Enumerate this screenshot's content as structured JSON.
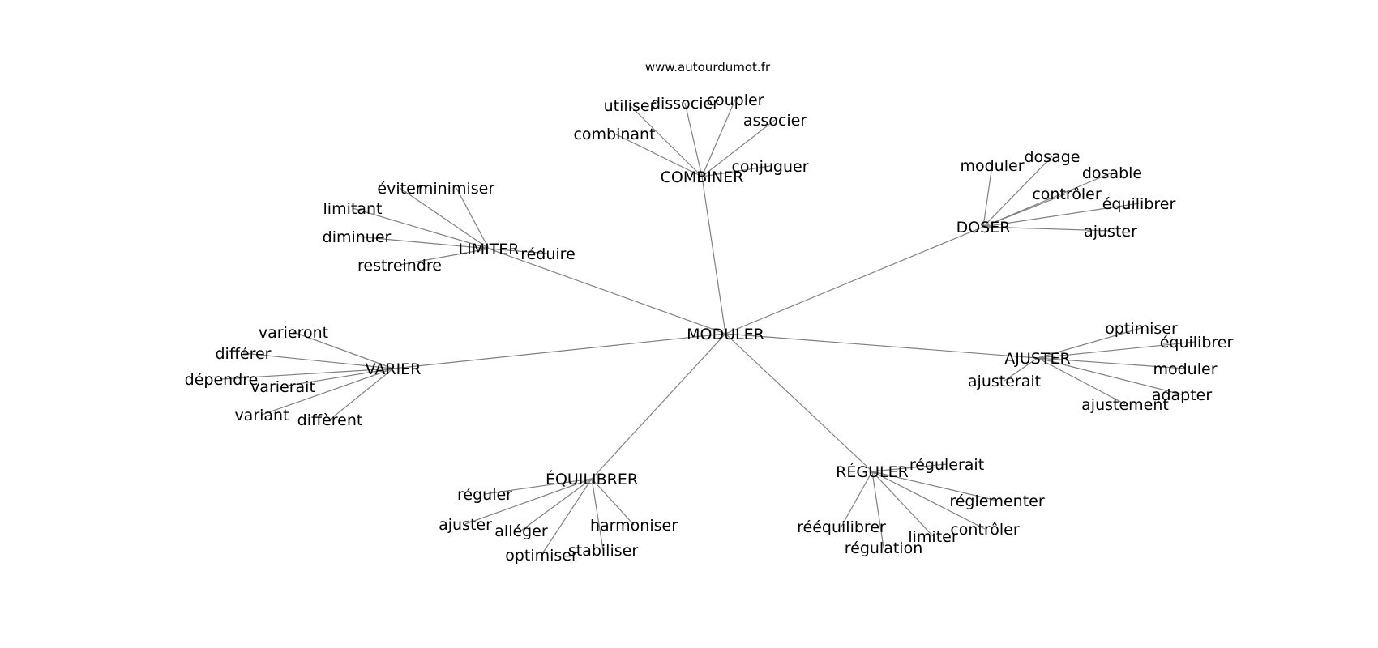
{
  "site": "www.autourdumot.fr",
  "center": "MODULER",
  "groups": [
    {
      "word": "COMBINER",
      "related": [
        "utiliser",
        "dissocier",
        "coupler",
        "associer",
        "combinant",
        "conjuguer"
      ]
    },
    {
      "word": "DOSER",
      "related": [
        "moduler",
        "dosage",
        "dosable",
        "contrôler",
        "équilibrer",
        "ajuster"
      ]
    },
    {
      "word": "LIMITER",
      "related": [
        "éviter",
        "minimiser",
        "limitant",
        "diminuer",
        "restreindre",
        "réduire"
      ]
    },
    {
      "word": "VARIER",
      "related": [
        "varieront",
        "différer",
        "dépendre",
        "varierait",
        "variant",
        "diffèrent"
      ]
    },
    {
      "word": "AJUSTER",
      "related": [
        "optimiser",
        "équilibrer",
        "moduler",
        "ajusterait",
        "adapter",
        "ajustement"
      ]
    },
    {
      "word": "ÉQUILIBRER",
      "related": [
        "réguler",
        "ajuster",
        "alléger",
        "harmoniser",
        "optimiser",
        "stabiliser"
      ]
    },
    {
      "word": "RÉGULER",
      "related": [
        "régulerait",
        "réglementer",
        "rééquilibrer",
        "contrôler",
        "limiter",
        "régulation"
      ]
    }
  ]
}
